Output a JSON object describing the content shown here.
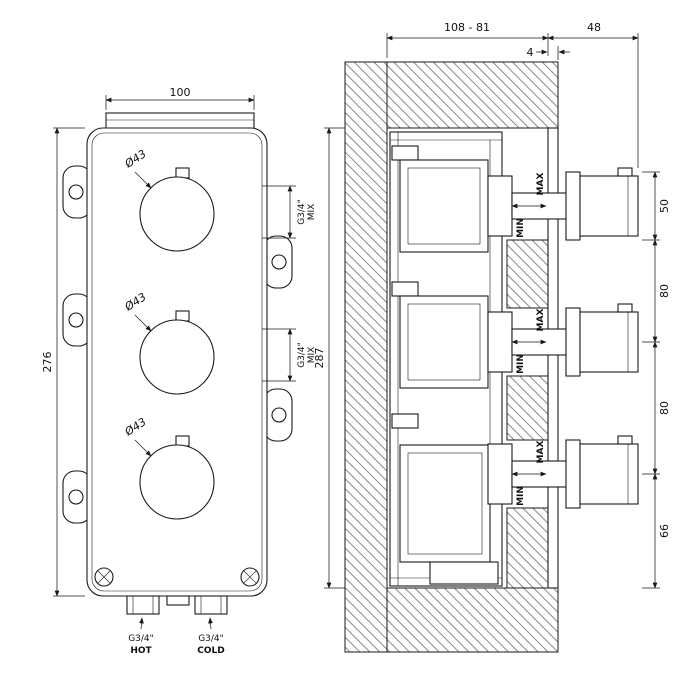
{
  "page": {
    "background": "#ffffff",
    "line_color": "#1a1a1a"
  },
  "front_view": {
    "dims": {
      "width": "100",
      "height": "276",
      "knob_diameter": "Ø43",
      "mix_thread": "G3/4\"",
      "mix_label": "MIX",
      "hot_thread": "G3/4\"",
      "hot_label": "HOT",
      "cold_thread": "G3/4\"",
      "cold_label": "COLD"
    }
  },
  "side_view": {
    "dims": {
      "depth_range": "108 - 81",
      "handle_depth": "48",
      "plate_offset": "4",
      "height": "287",
      "seg_top": "50",
      "seg_mid1": "80",
      "seg_mid2": "80",
      "seg_bottom": "66",
      "min_label": "MIN",
      "max_label": "MAX"
    }
  }
}
